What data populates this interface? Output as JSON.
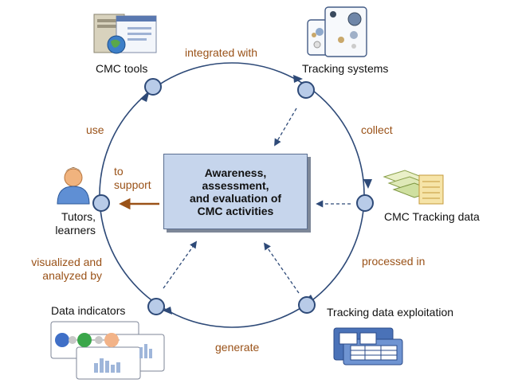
{
  "center": {
    "text": "Awareness,\nassessment,\nand evaluation of\nCMC activities"
  },
  "nodes": {
    "cmc_tools": "CMC tools",
    "tracking_systems": "Tracking systems",
    "cmc_tracking_data": "CMC Tracking data",
    "tracking_data_exploitation": "Tracking data exploitation",
    "data_indicators": "Data indicators",
    "tutors_learners": "Tutors,\nlearners"
  },
  "edges": {
    "integrated_with": "integrated with",
    "collect": "collect",
    "processed_in": "processed in",
    "generate": "generate",
    "visualized_and_analyzed_by": "visualized and\nanalyzed by",
    "use": "use",
    "to_support": "to\nsupport"
  },
  "colors": {
    "cycle_line": "#2e4a78",
    "node_fill": "#b8cbe8",
    "node_stroke": "#2e4a78",
    "edge_label": "#9a5218",
    "support_arrow": "#9a5218",
    "center_fill": "#c6d5ec"
  },
  "icons": [
    "server-globe-icon",
    "tracking-systems-icon",
    "tracking-data-sheets-icon",
    "data-exploitation-screens-icon",
    "data-indicators-charts-icon",
    "user-person-icon"
  ]
}
